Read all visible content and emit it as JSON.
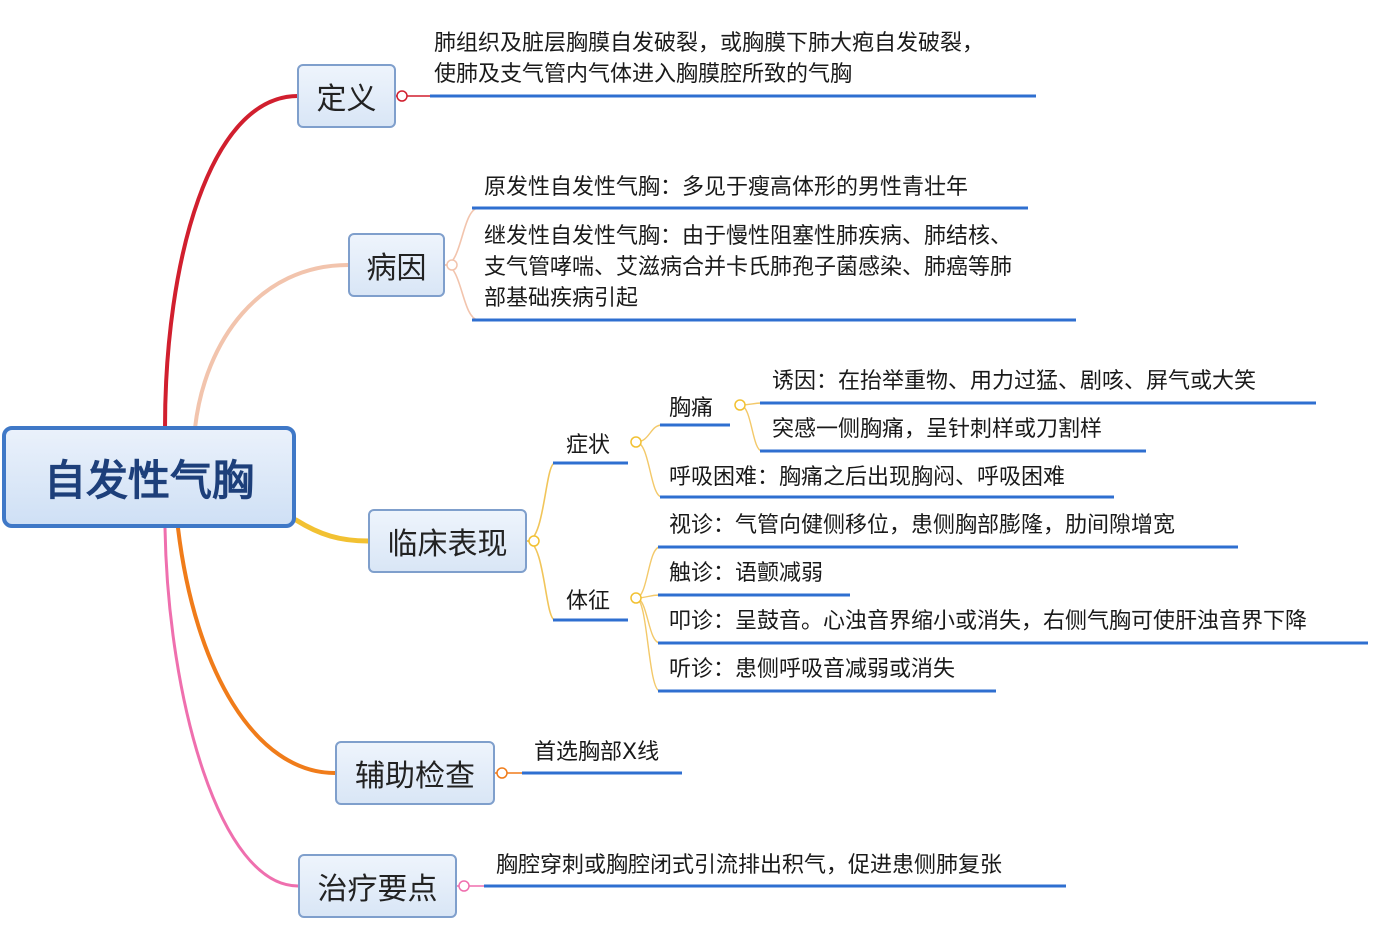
{
  "root": {
    "label": "自发性气胸"
  },
  "colors": {
    "definition": "#d11f2e",
    "cause": "#f2c4ad",
    "clinical": "#f2c132",
    "exam": "#f07c1a",
    "treatment": "#ef6fae",
    "underline": "#2f6fd0",
    "node_border": "#7f9fcc"
  },
  "definition": {
    "label": "定义",
    "lines": [
      "肺组织及脏层胸膜自发破裂，或胸膜下肺大疱自发破裂，",
      "使肺及支气管内气体进入胸膜腔所致的气胸"
    ]
  },
  "cause": {
    "label": "病因",
    "primary": "原发性自发性气胸：多见于瘦高体形的男性青壮年",
    "secondary": [
      "继发性自发性气胸：由于慢性阻塞性肺疾病、肺结核、",
      "支气管哮喘、艾滋病合并卡氏肺孢子菌感染、肺癌等肺",
      "部基础疾病引起"
    ]
  },
  "clinical": {
    "label": "临床表现",
    "symptoms": {
      "label": "症状",
      "chest_pain": {
        "label": "胸痛",
        "items": [
          "诱因：在抬举重物、用力过猛、剧咳、屏气或大笑",
          "突感一侧胸痛，呈针刺样或刀割样"
        ]
      },
      "dyspnea": "呼吸困难：胸痛之后出现胸闷、呼吸困难"
    },
    "signs": {
      "label": "体征",
      "items": [
        "视诊：气管向健侧移位，患侧胸部膨隆，肋间隙增宽",
        "触诊：语颤减弱",
        "叩诊：呈鼓音。心浊音界缩小或消失，右侧气胸可使肝浊音界下降",
        "听诊：患侧呼吸音减弱或消失"
      ]
    }
  },
  "exam": {
    "label": "辅助检查",
    "text": "首选胸部X线"
  },
  "treatment": {
    "label": "治疗要点",
    "text": "胸腔穿刺或胸腔闭式引流排出积气，促进患侧肺复张"
  }
}
